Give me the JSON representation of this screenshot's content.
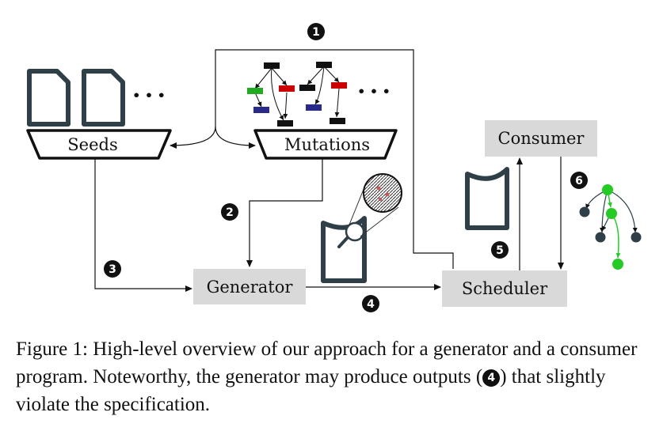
{
  "diagram": {
    "seeds_label": "Seeds",
    "mutations_label": "Mutations",
    "generator_label": "Generator",
    "scheduler_label": "Scheduler",
    "consumer_label": "Consumer",
    "ellipsis": "• • •",
    "step_markers": [
      "1",
      "2",
      "3",
      "4",
      "5",
      "6"
    ]
  },
  "caption": {
    "figure_label": "Figure 1:",
    "text_main": "High-level overview of our approach for a generator and a consumer program. Noteworthy, the generator may produce outputs (",
    "marker": "4",
    "text_end": ") that slightly violate the specification."
  },
  "colors": {
    "dark": "#111111",
    "doc_stroke": "#2f3f47",
    "box_fill": "#d9d9d9",
    "green": "#22cc22",
    "red": "#cc0000",
    "blue": "#2a2a8a",
    "tree_dark": "#2f3f47"
  }
}
